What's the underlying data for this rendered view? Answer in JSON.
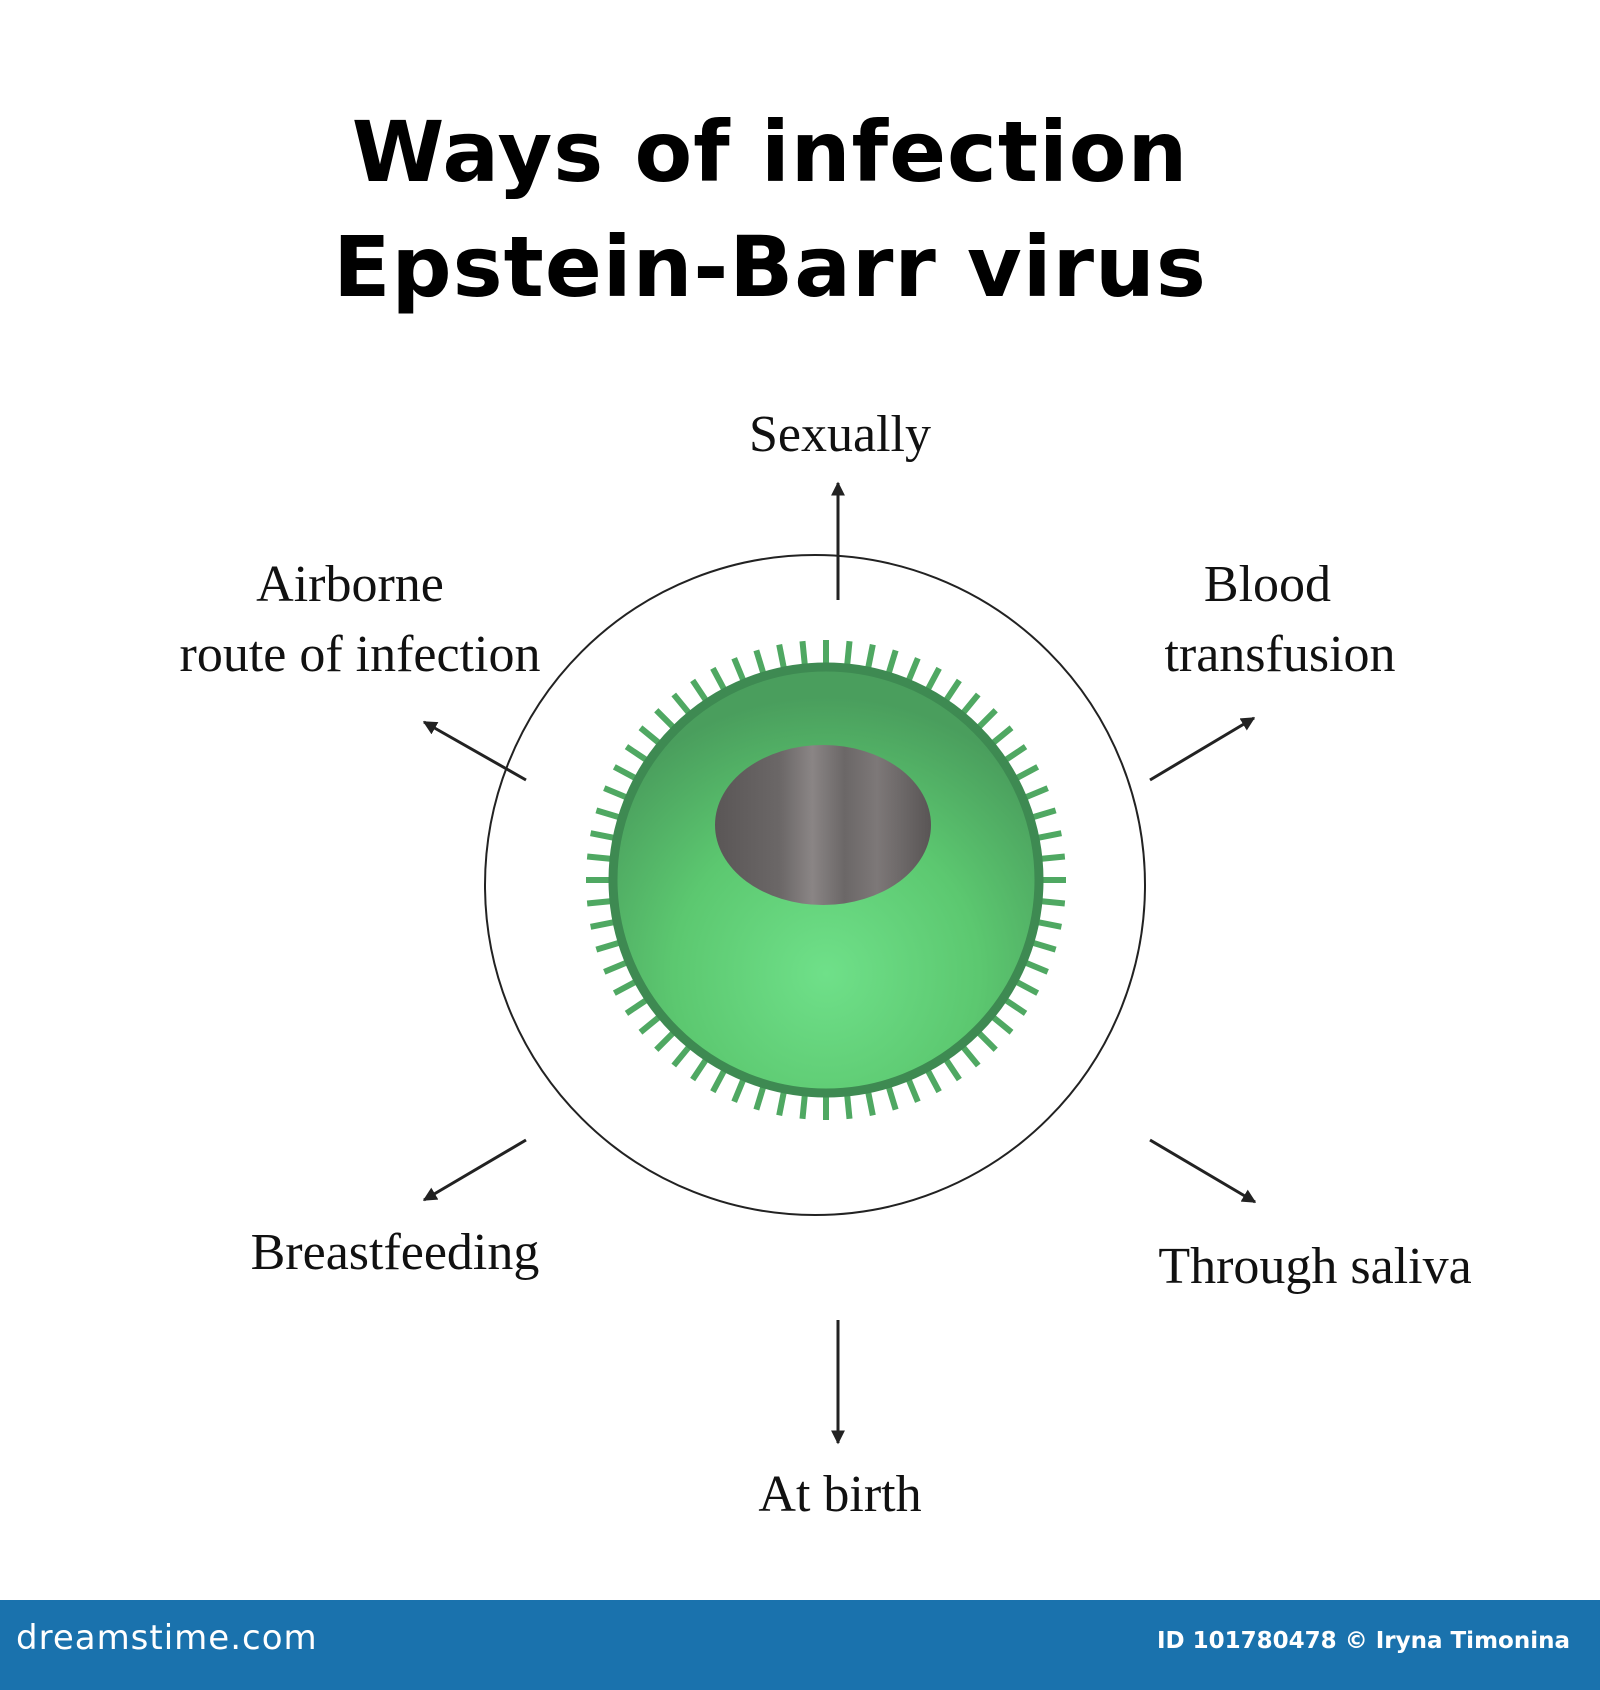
{
  "title": {
    "line1": "Ways of infection",
    "line2": "Epstein-Barr virus"
  },
  "routes": {
    "sexually": "Sexually",
    "airborne_line1": "Airborne",
    "airborne_line2": "route of infection",
    "blood_line1": "Blood",
    "blood_line2": "transfusion",
    "breastfeeding": "Breastfeeding",
    "saliva": "Through saliva",
    "birth": "At birth"
  },
  "watermark": {
    "logo": "dreamstime.com",
    "credit": "ID 101780478 © Iryna Timonina"
  },
  "colors": {
    "cell_fill": "#5cc870",
    "cell_edge": "#3e8a52",
    "spike": "#4fa862",
    "nucleus": "#6e6a6a",
    "outline": "#222222",
    "bar": "#1a72ad"
  }
}
